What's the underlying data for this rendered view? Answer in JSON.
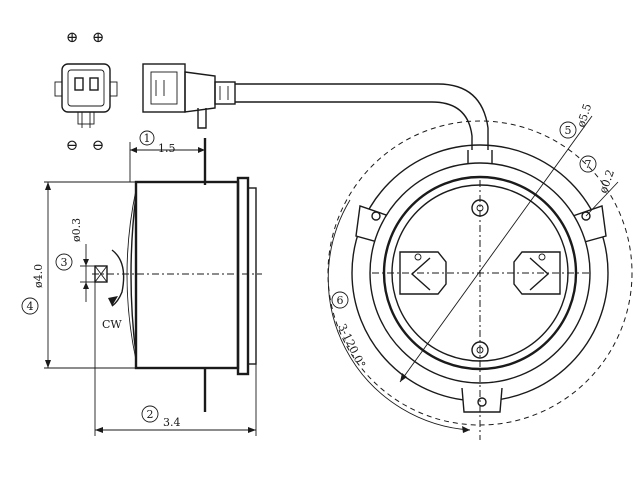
{
  "dimensions": {
    "d1": {
      "marker": "1",
      "value": "1.5"
    },
    "d2": {
      "marker": "2",
      "value": "3.4"
    },
    "d3": {
      "marker": "3",
      "value": "ø0.3"
    },
    "d4": {
      "marker": "4",
      "value": "ø4.0"
    },
    "d5": {
      "marker": "5",
      "value": "ø5.5"
    },
    "d6": {
      "marker": "6",
      "value": "3-120.0°"
    },
    "d7": {
      "marker": "7",
      "value": "ø0.2"
    }
  },
  "rotation_label": "CW",
  "connector": {
    "top_symbols": [
      "⊕",
      "⊕"
    ],
    "bottom_symbols": [
      "⊖",
      "⊖"
    ]
  }
}
